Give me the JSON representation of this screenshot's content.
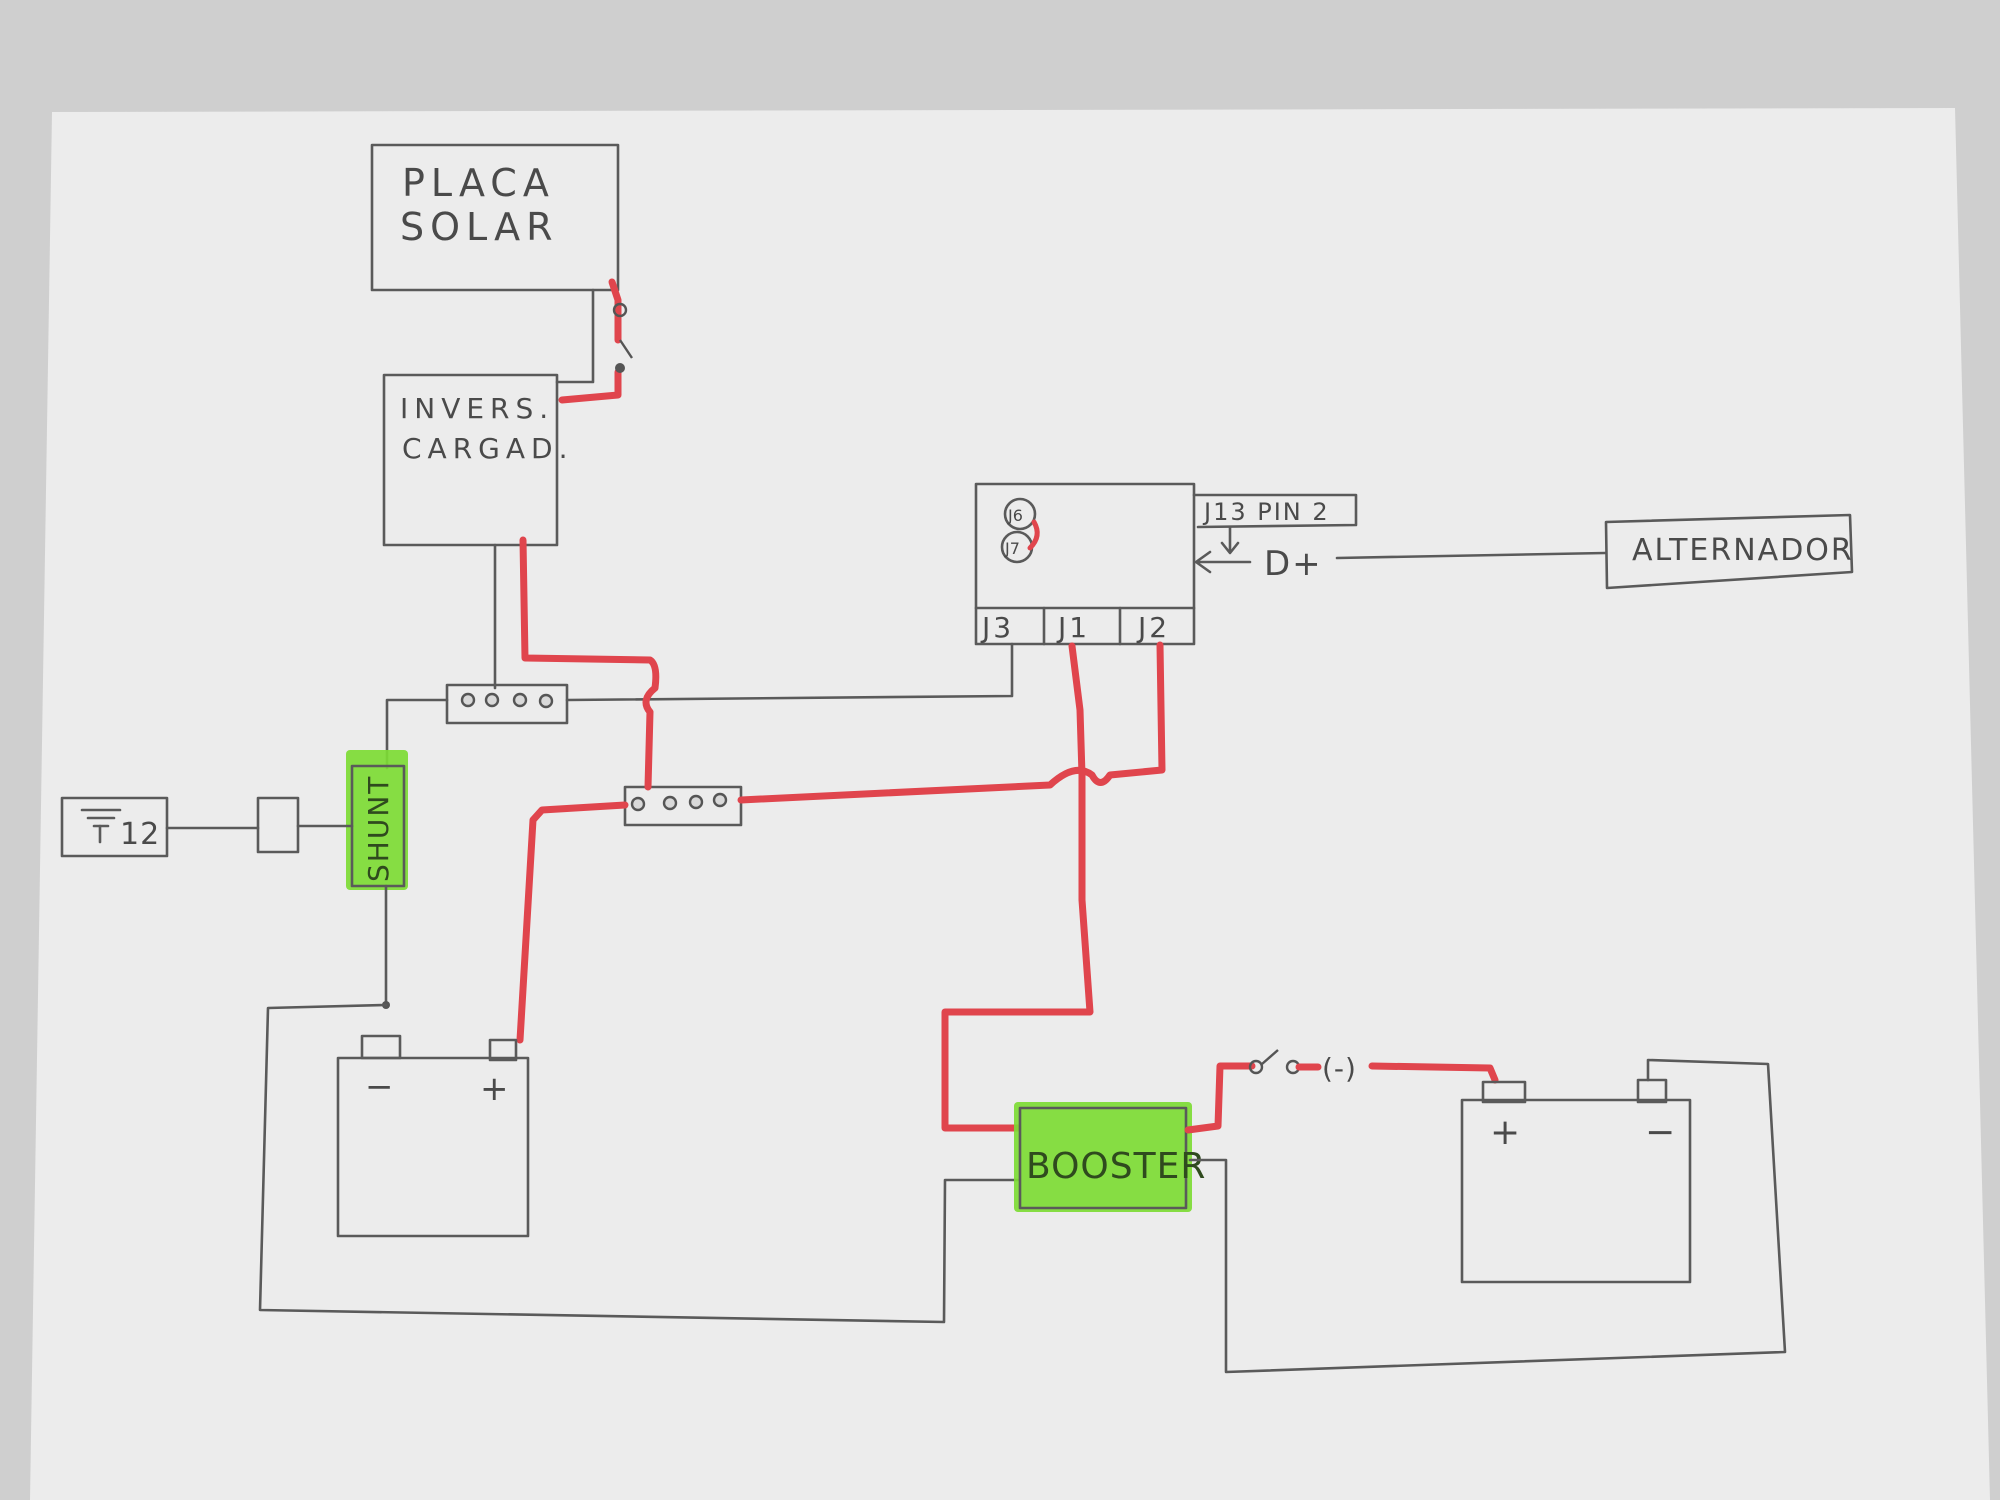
{
  "colors": {
    "background": "#cfcfcf",
    "paper": "#ececec",
    "pen": "#5a5a5a",
    "red_wire": "#e0454d",
    "highlighter": "#7ddb34"
  },
  "labels": {
    "solar_panel": [
      "PLACA",
      "SOLAR"
    ],
    "inverter": [
      "INVERS.",
      "CARGAD."
    ],
    "controller_j6": "J6",
    "controller_j7": "J7",
    "controller_j3": "J3",
    "controller_j1": "J1",
    "controller_j2": "J2",
    "j13_pin": "J13 PIN 2",
    "d_plus": "D+",
    "alternator": "ALTERNADOR",
    "shunt": "SHUNT",
    "display": "12",
    "booster": "BOOSTER",
    "switch_mark": "(-)",
    "battery1_minus": "−",
    "battery1_plus": "+",
    "battery2_plus": "+",
    "battery2_minus": "−"
  }
}
